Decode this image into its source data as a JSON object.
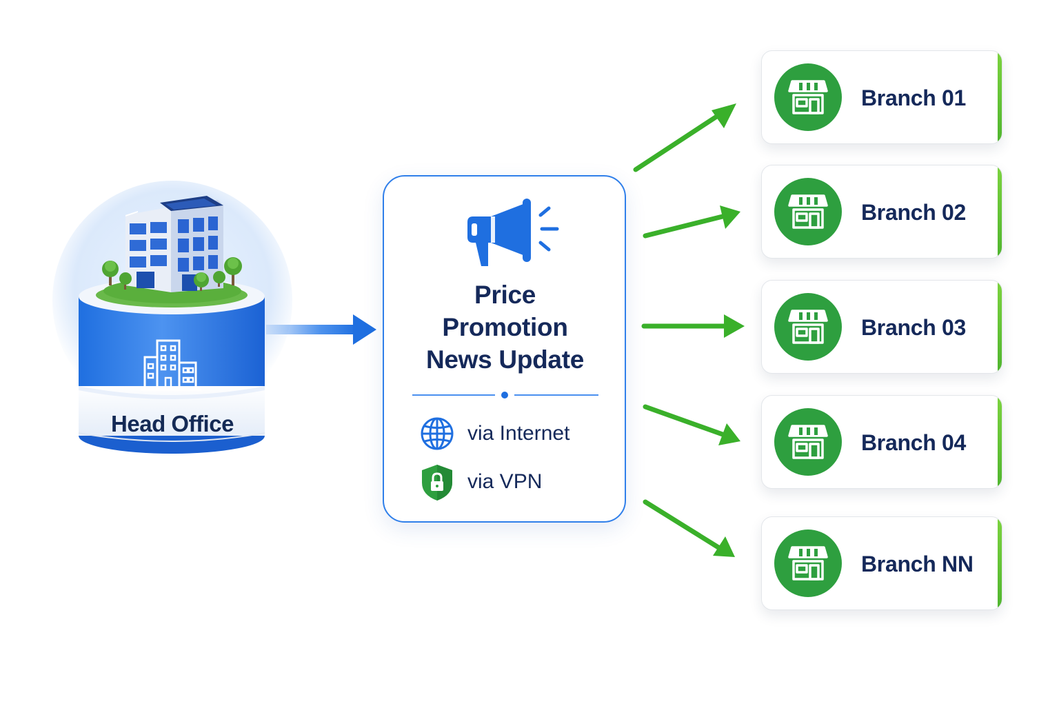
{
  "head_office": {
    "label": "Head Office",
    "icon": "office-building-icon"
  },
  "message": {
    "icon": "megaphone-icon",
    "title_lines": [
      "Price",
      "Promotion",
      "News Update"
    ],
    "channels": [
      {
        "icon": "globe-icon",
        "label": "via Internet"
      },
      {
        "icon": "shield-lock-icon",
        "label": "via VPN"
      }
    ]
  },
  "branches": [
    {
      "label": "Branch 01",
      "icon": "store-icon"
    },
    {
      "label": "Branch 02",
      "icon": "store-icon"
    },
    {
      "label": "Branch 03",
      "icon": "store-icon"
    },
    {
      "label": "Branch 04",
      "icon": "store-icon"
    },
    {
      "label": "Branch NN",
      "icon": "store-icon"
    }
  ],
  "colors": {
    "primary_blue": "#1f6fe0",
    "navy_text": "#15295a",
    "green": "#2e9f3f",
    "arrow_green": "#3ab02a"
  }
}
